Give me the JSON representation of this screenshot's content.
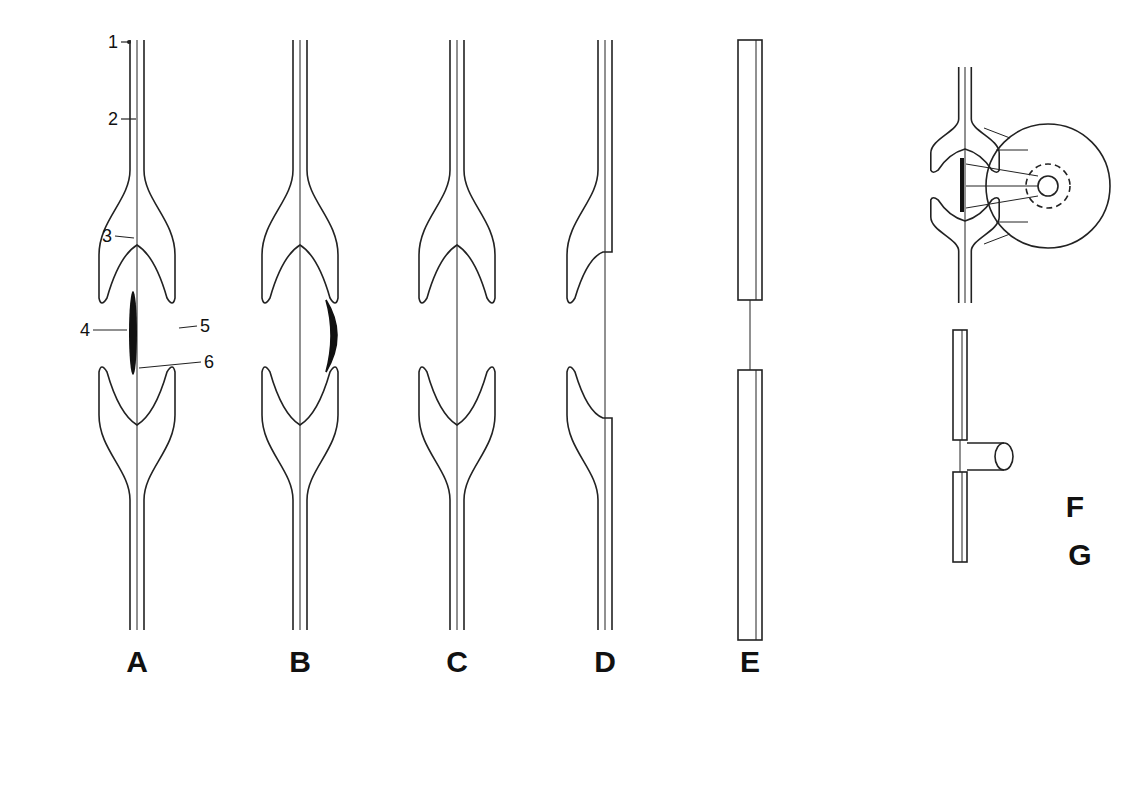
{
  "diagram": {
    "labels": [
      "1",
      "2",
      "3",
      "4",
      "5",
      "6",
      "A",
      "B",
      "C",
      "D",
      "E",
      "F",
      "G"
    ]
  }
}
